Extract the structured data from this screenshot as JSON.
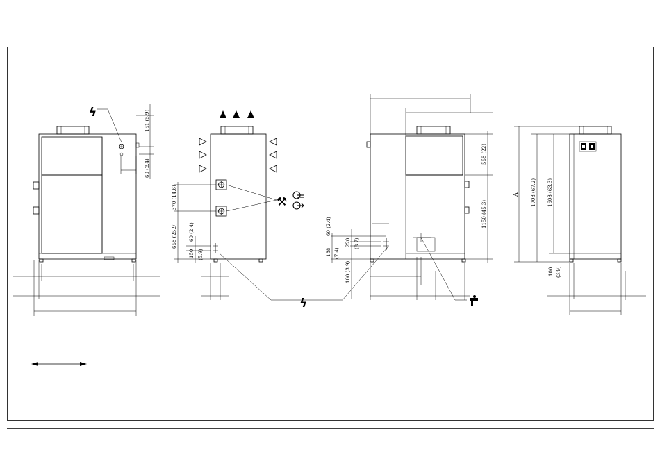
{
  "dimensions": {
    "front": {
      "top_151": "151 (5.9)",
      "side_60": "60 (2.4)"
    },
    "side": {
      "v_370": "370 (14.6)",
      "v_658": "658 (25.9)",
      "v_60": "60 (2.4)",
      "v_150": "150",
      "v_150_in": "(5.9)"
    },
    "rear": {
      "v_60": "60 (2.4)",
      "v_188": "188",
      "v_188_in": "(7.4)",
      "v_220": "220",
      "v_220_in": "(8.7)",
      "v_100": "100 (3.9)",
      "v_558": "558 (22)",
      "v_1150": "1150 (45.3)"
    },
    "right": {
      "a_label": "A",
      "v_1708": "1708 (67.2)",
      "v_1608": "1608 (63.3)",
      "v_100": "100",
      "v_100_in": "(3.9)"
    }
  },
  "symbols": {
    "electric_top": "ϟ",
    "electric_bottom": "ϟ",
    "tools": "⚒",
    "water_tap": "water-tap"
  },
  "colors": {
    "line": "#000000",
    "background": "#ffffff"
  }
}
